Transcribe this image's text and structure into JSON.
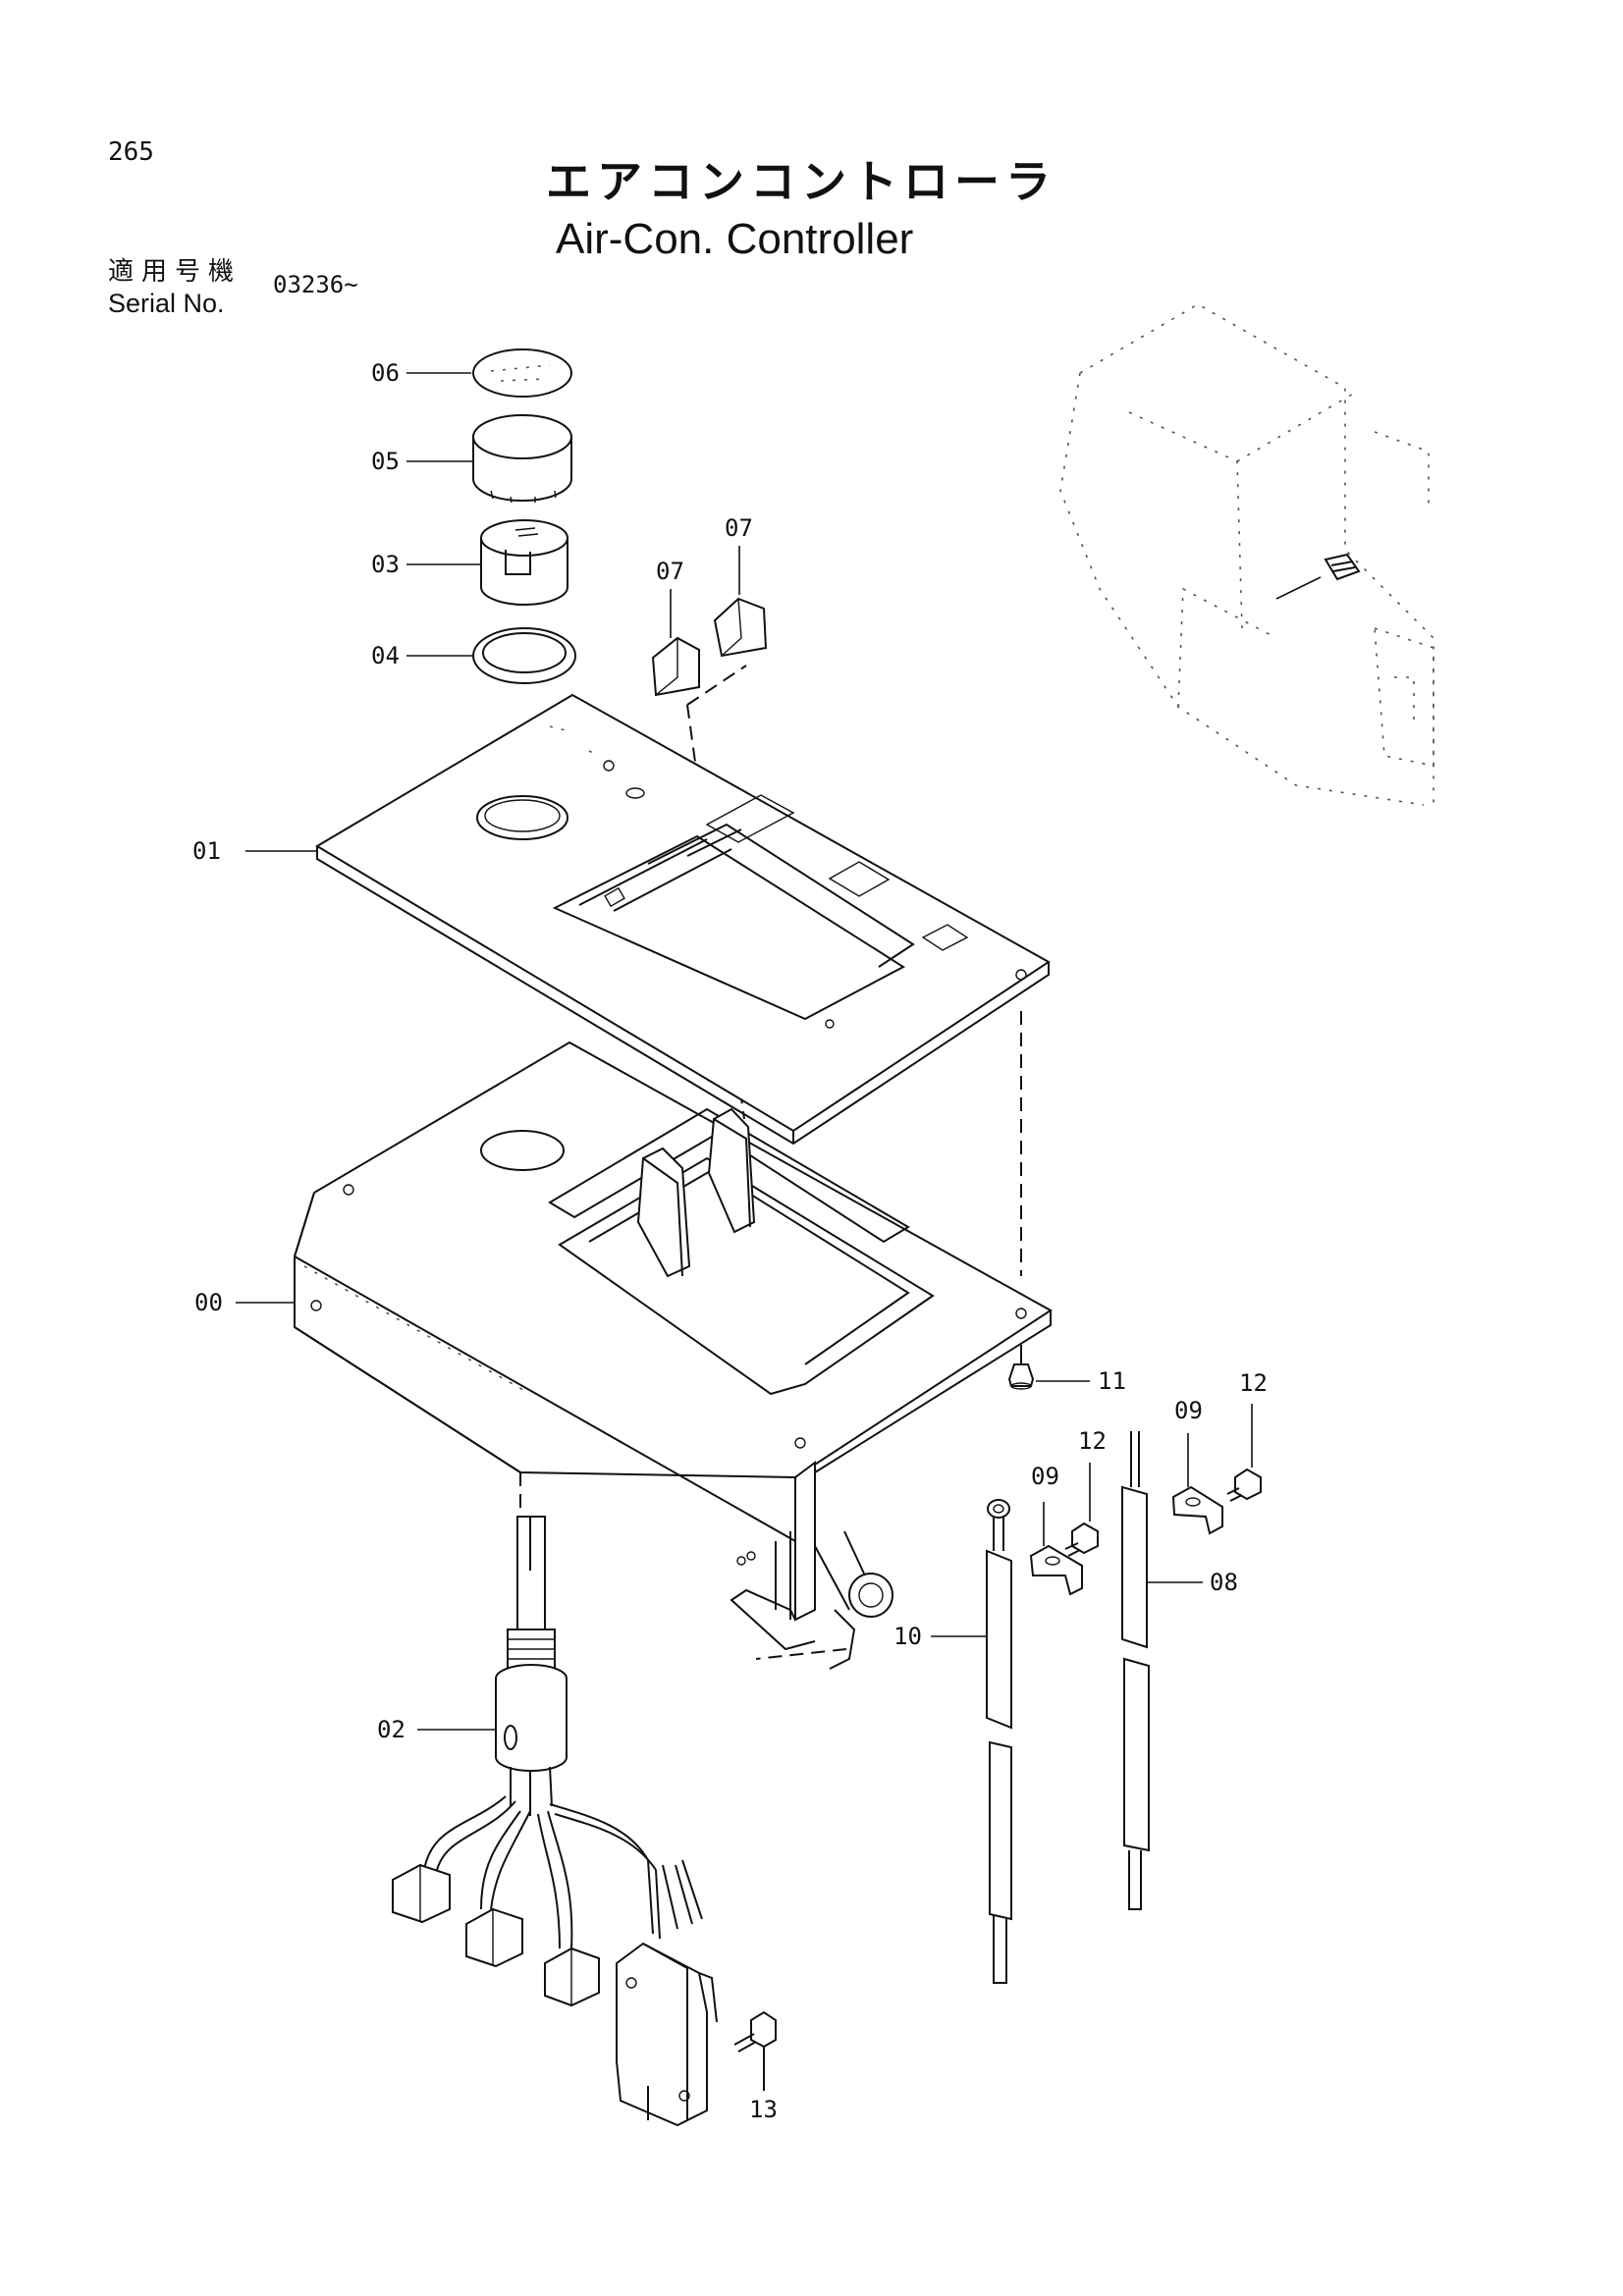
{
  "page": {
    "number": "265"
  },
  "title": {
    "japanese": "エアコンコントローラ",
    "english": "Air-Con. Controller"
  },
  "serial": {
    "label_japanese": "適用号機",
    "label_english": "Serial No.",
    "value": "03236~"
  },
  "callouts": {
    "c00": "00",
    "c01": "01",
    "c02": "02",
    "c03": "03",
    "c04": "04",
    "c05": "05",
    "c06": "06",
    "c07a": "07",
    "c07b": "07",
    "c08": "08",
    "c09a": "09",
    "c09b": "09",
    "c10": "10",
    "c11": "11",
    "c12a": "12",
    "c12b": "12",
    "c13": "13"
  }
}
